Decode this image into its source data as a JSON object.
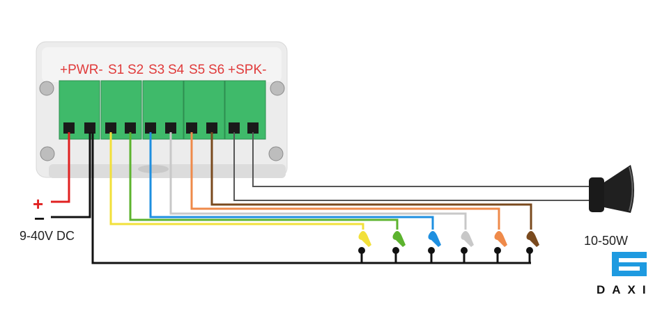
{
  "module": {
    "terminal_labels": [
      "+PWR-",
      "S1",
      "S2",
      "S3",
      "S4",
      "S5",
      "S6",
      "+SPK-"
    ]
  },
  "power": {
    "plus_sign": "+",
    "minus_sign": "−",
    "voltage_label": "9-40V DC"
  },
  "speaker": {
    "power_label": "10-50W"
  },
  "switches": [
    {
      "name": "S1",
      "color": "#f2e03a"
    },
    {
      "name": "S2",
      "color": "#5cb32e"
    },
    {
      "name": "S3",
      "color": "#1e8fe0"
    },
    {
      "name": "S4",
      "color": "#c8c8c8"
    },
    {
      "name": "S5",
      "color": "#ef8a4a"
    },
    {
      "name": "S6",
      "color": "#7a4a1e"
    }
  ],
  "wire_colors": {
    "power_plus": "#e02020",
    "power_minus": "#111111",
    "speaker": "#555555",
    "terminal_green": "#3fba6a"
  },
  "brand": {
    "name": "DAXI",
    "accent": "#1e9ae0"
  }
}
